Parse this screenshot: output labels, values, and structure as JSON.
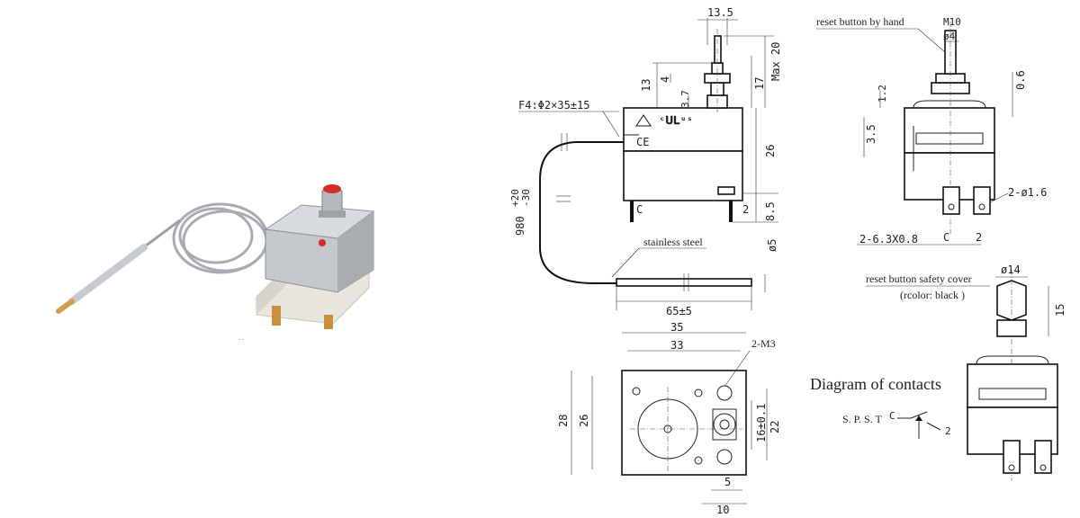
{
  "product_photo": {
    "label": "Product photo",
    "colors": {
      "metal": "#b9bdc2",
      "base": "#efece6",
      "button": "#d52a2a",
      "terminal": "#c9903c",
      "capillary": "#a8acb0"
    }
  },
  "front_view": {
    "dim_top_width": "13.5",
    "dim_max": "Max 20",
    "dim_17": "17",
    "dim_13": "13",
    "dim_4": "4",
    "dim_3_7": "3.7",
    "dim_26": "26",
    "dim_8_5": "8.5",
    "dim_phi5": "ø5",
    "capillary_label": "F4:Φ2×35±15",
    "length_label": "980",
    "length_tol_upper": "+20",
    "length_tol_lower": "-30",
    "sensor_label": "stainless steel",
    "sensor_length": "65±5",
    "terminal_c": "C",
    "terminal_2": "2",
    "mark_ce": "CE"
  },
  "side_view": {
    "reset_label": "reset button by hand",
    "thread": "M10",
    "dia4": "ø4",
    "dim_0_6": "0.6",
    "dim_1_2": "1.2",
    "dim_3_5": "3.5",
    "holes": "2-ø1.6",
    "terminals": "2-6.3X0.8",
    "terminal_c": "C",
    "terminal_2": "2"
  },
  "bottom_view": {
    "dim_35": "35",
    "dim_33": "33",
    "screws": "2-M3",
    "dim_28": "28",
    "dim_26": "26",
    "dim_22": "22",
    "dim_16": "16±0.1",
    "dim_5": "5",
    "dim_10": "10"
  },
  "cover_view": {
    "cover_label": "reset button safety cover",
    "color_note": "(rcolor: black  )",
    "dia14": "ø14",
    "dim_15": "15"
  },
  "contacts": {
    "title": "Diagram of contacts",
    "type": "S. P. S. T",
    "c": "C",
    "two": "2"
  }
}
